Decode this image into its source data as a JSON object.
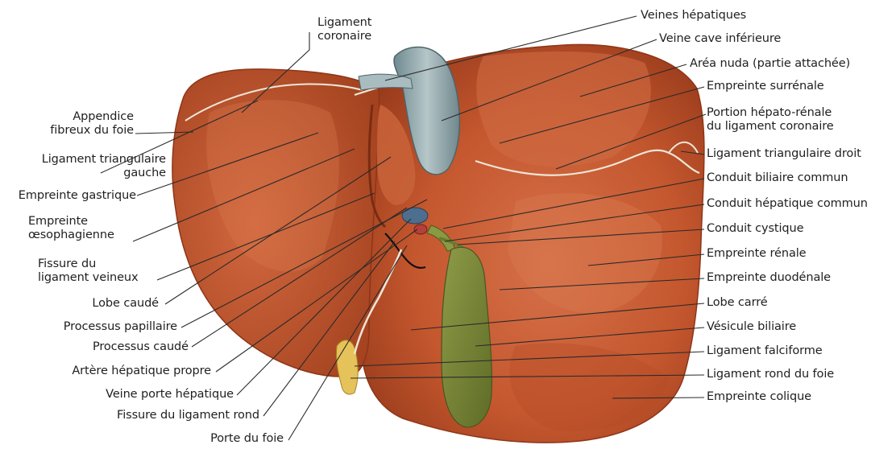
{
  "labels": {
    "ligament_coronaire": "Ligament\ncoronaire",
    "appendice": "Appendice\nfibreux du foie",
    "lig_triangulaire_gauche": "Ligament triangulaire\ngauche",
    "empreinte_gastrique": "Empreinte gastrique",
    "empreinte_oeso": "Empreinte\nœsophagienne",
    "fissure_lig_veineux": "Fissure du\nligament veineux",
    "lobe_caude": "Lobe caudé",
    "processus_papillaire": "Processus papillaire",
    "processus_caude": "Processus caudé",
    "artere_hepatique": "Artère hépatique propre",
    "veine_porte": "Veine porte hépatique",
    "fissure_lig_rond": "Fissure du ligament rond",
    "porte_foie": "Porte du foie",
    "veines_hepatiques": "Veines hépatiques",
    "veine_cave": "Veine cave inférieure",
    "area_nuda": "Aréa nuda (partie attachée)",
    "empreinte_surrenale": "Empreinte surrénale",
    "portion_hepato_renale": "Portion hépato-rénale\ndu ligament coronaire",
    "lig_triangulaire_droit": "Ligament triangulaire droit",
    "conduit_biliaire": "Conduit biliaire commun",
    "conduit_hepatique": "Conduit hépatique commun",
    "conduit_cystique": "Conduit cystique",
    "empreinte_renale": "Empreinte rénale",
    "empreinte_duodenale": "Empreinte duodénale",
    "lobe_carre": "Lobe carré",
    "vesicule": "Vésicule biliaire",
    "lig_falciforme": "Ligament falciforme",
    "lig_rond": "Ligament rond du foie",
    "empreinte_colique": "Empreinte colique"
  },
  "colors": {
    "liver": "#c4572e",
    "liver_dark": "#8e3518",
    "liver_light": "#d97a4f",
    "gallbladder": "#7d8b3a",
    "vena_cava": "#8fa7ab",
    "ligament_white": "#efe6d8",
    "leader": "#2a2a2a"
  }
}
